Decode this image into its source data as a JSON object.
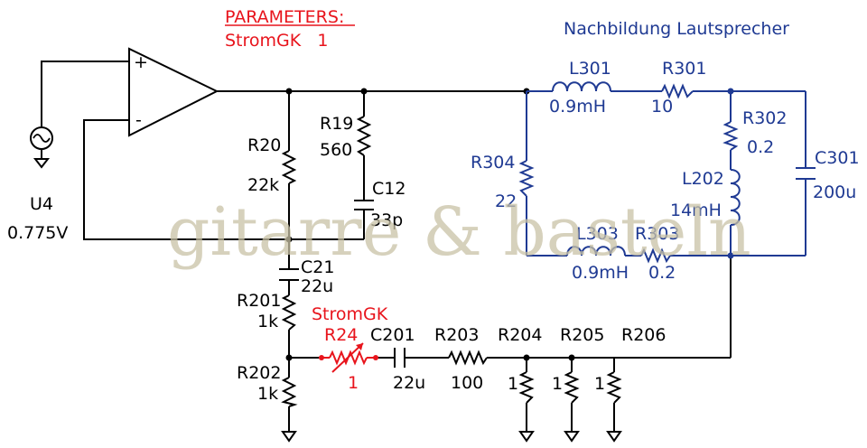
{
  "parameters": {
    "heading": "PARAMETERS:",
    "line": "StromGK   1"
  },
  "title": "Nachbildung Lautsprecher",
  "watermark": "gitarre & basteln",
  "opamp": {
    "plus": "+",
    "minus": "-"
  },
  "source": {
    "name": "U4",
    "value": "0.775V"
  },
  "components": {
    "R20": {
      "name": "R20",
      "value": "22k"
    },
    "R19": {
      "name": "R19",
      "value": "560"
    },
    "C12": {
      "name": "C12",
      "value": "33p"
    },
    "C21": {
      "name": "C21",
      "value": "22u"
    },
    "R201": {
      "name": "R201",
      "value": "1k"
    },
    "R202": {
      "name": "R202",
      "value": "1k"
    },
    "R24": {
      "name": "R24",
      "value": "1",
      "param": "StromGK"
    },
    "C201": {
      "name": "C201",
      "value": "22u"
    },
    "R203": {
      "name": "R203",
      "value": "100"
    },
    "R204": {
      "name": "R204",
      "value": "1"
    },
    "R205": {
      "name": "R205",
      "value": "1"
    },
    "R206": {
      "name": "R206",
      "value": "1"
    },
    "L301": {
      "name": "L301",
      "value": "0.9mH"
    },
    "R301": {
      "name": "R301",
      "value": "10"
    },
    "R302": {
      "name": "R302",
      "value": "0.2"
    },
    "L202": {
      "name": "L202",
      "value": "14mH"
    },
    "C301": {
      "name": "C301",
      "value": "200u"
    },
    "R304": {
      "name": "R304",
      "value": "22"
    },
    "L303": {
      "name": "L303",
      "value": "0.9mH"
    },
    "R303": {
      "name": "R303",
      "value": "0.2"
    }
  },
  "colors": {
    "wire": "#000000",
    "speaker": "#1f3a93",
    "param": "#e8141c"
  }
}
